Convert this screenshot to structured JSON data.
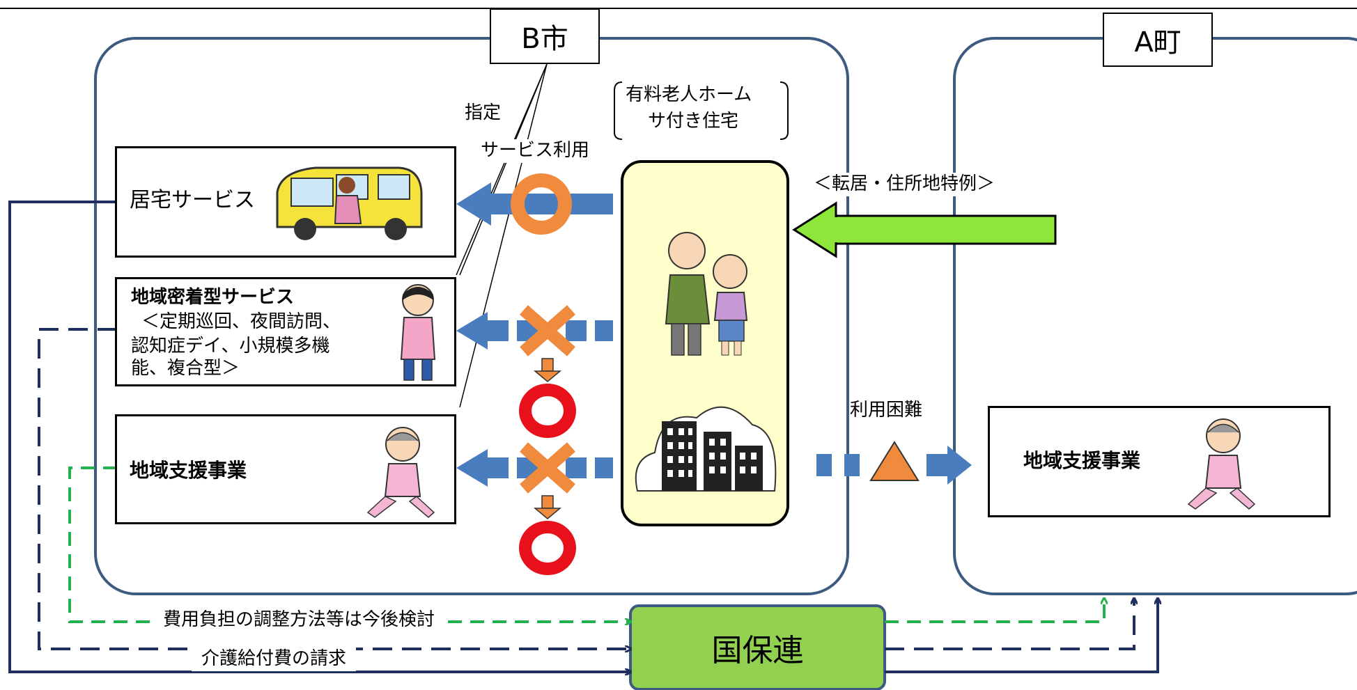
{
  "city_b": {
    "title": "B市"
  },
  "town_a": {
    "title": "A町"
  },
  "labels": {
    "designation": "指定",
    "service_use": "サービス利用",
    "facility_line1": "有料老人ホーム",
    "facility_line2": "サ付き住宅",
    "relocation": "＜転居・住所地特例＞",
    "difficult_use": "利用困難",
    "cost_note": "費用負担の調整方法等は今後検討",
    "claim_note": "介護給付費の請求"
  },
  "services_b": {
    "home_service": "居宅サービス",
    "community_service_title": "地域密着型サービス",
    "community_service_line1": "＜定期巡回、夜間訪問、",
    "community_service_line2": "認知症デイ、小規模多機",
    "community_service_line3": "能、複合型＞",
    "support_project": "地域支援事業"
  },
  "services_a": {
    "support_project": "地域支援事業"
  },
  "kokuhoren": {
    "label": "国保連"
  },
  "colors": {
    "navy": "#1f2f5f",
    "green_dashed": "#22b14c",
    "arrow_blue": "#4a7dbd",
    "arrow_green": "#8ee63a",
    "circle_orange": "#f08a3c",
    "circle_red": "#e8101a",
    "facility_fill": "#ffffcc",
    "kokuhoren_fill": "#92d050",
    "frame": "#3d5a80"
  }
}
